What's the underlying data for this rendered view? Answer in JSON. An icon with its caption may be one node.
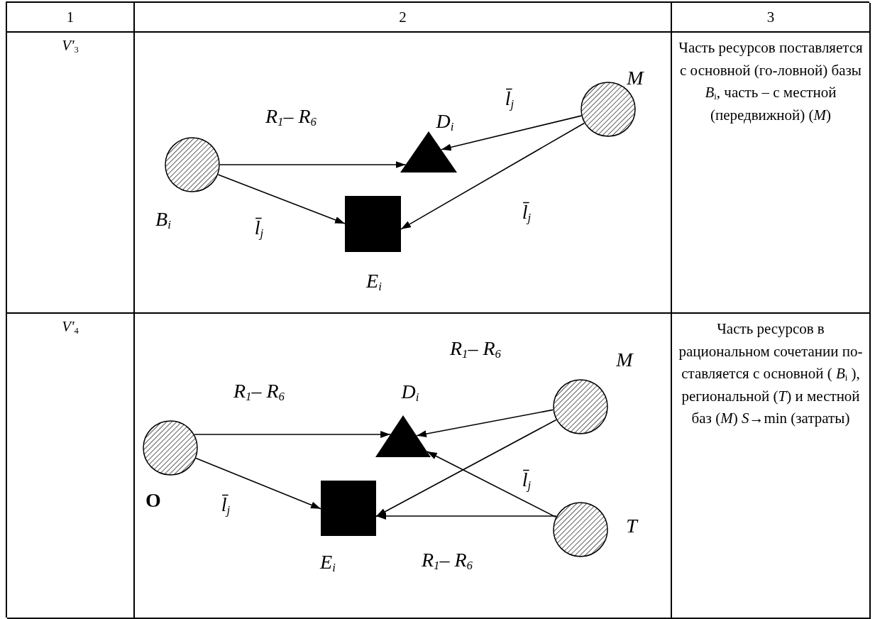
{
  "diagram": {
    "nodes": [
      {
        "text": [],
        "shape": "circle",
        "beside": [
          "B$_{i}$"
        ]
      },
      {
        "text": [],
        "shape": "triangle",
        "beside": [
          "D$_{i}$"
        ]
      },
      {
        "text": [],
        "shape": "box",
        "beside": [
          "E$_{i}$"
        ]
      },
      {
        "text": [],
        "shape": "circle",
        "beside": [
          "M"
        ]
      },
      {
        "text": [],
        "shape": "circle",
        "beside": [
          "O"
        ]
      },
      {
        "text": [],
        "shape": "triangle",
        "beside": [
          "D$_{i}$"
        ]
      },
      {
        "text": [],
        "shape": "box",
        "beside": [
          "E$_{i}$"
        ]
      },
      {
        "text": [],
        "shape": "circle",
        "beside": [
          "M"
        ]
      },
      {
        "text": [],
        "shape": "circle",
        "beside": [
          "T"
        ]
      }
    ],
    "edges": [
      {
        "from": 0,
        "to": 1,
        "arrow": "to",
        "label": "R$_{1}$– R$_{6}$"
      },
      {
        "from": 0,
        "to": 2,
        "arrow": "to",
        "label": "l̄$_{j}$"
      },
      {
        "from": 3,
        "to": 1,
        "arrow": "to",
        "label": "l̄$_{j}$"
      },
      {
        "from": 3,
        "to": 2,
        "arrow": "to",
        "label": "l̄$_{j}$"
      },
      {
        "from": 4,
        "to": 5,
        "arrow": "to",
        "label": "R$_{1}$– R$_{6}$"
      },
      {
        "from": 4,
        "to": 6,
        "arrow": "to",
        "label": "l̄$_{j}$"
      },
      {
        "from": 7,
        "to": 5,
        "arrow": "to",
        "label": "R$_{1}$– R$_{6}$"
      },
      {
        "from": 7,
        "to": 6,
        "arrow": "to"
      },
      {
        "from": 8,
        "to": 5,
        "arrow": "to",
        "label": "l̄$_{j}$"
      },
      {
        "from": 8,
        "to": 6,
        "arrow": "to",
        "label": "R$_{1}$– R$_{6}$"
      }
    ],
    "labels": [
      "1",
      "2",
      "3",
      "*V'*$_{3}$",
      "Часть ресурсов поставляется с основной (го-ловной) базы *B*$_{i}$, часть – с местной (передвижной) (*M*)",
      "*V'*$_{4}$",
      "Часть ресурсов в рациональном сочетании по-ставляется с основной ( *B*$_{i}$ ), региональной (*T*) и местной баз (*M*) *S*→min (затраты)"
    ]
  }
}
